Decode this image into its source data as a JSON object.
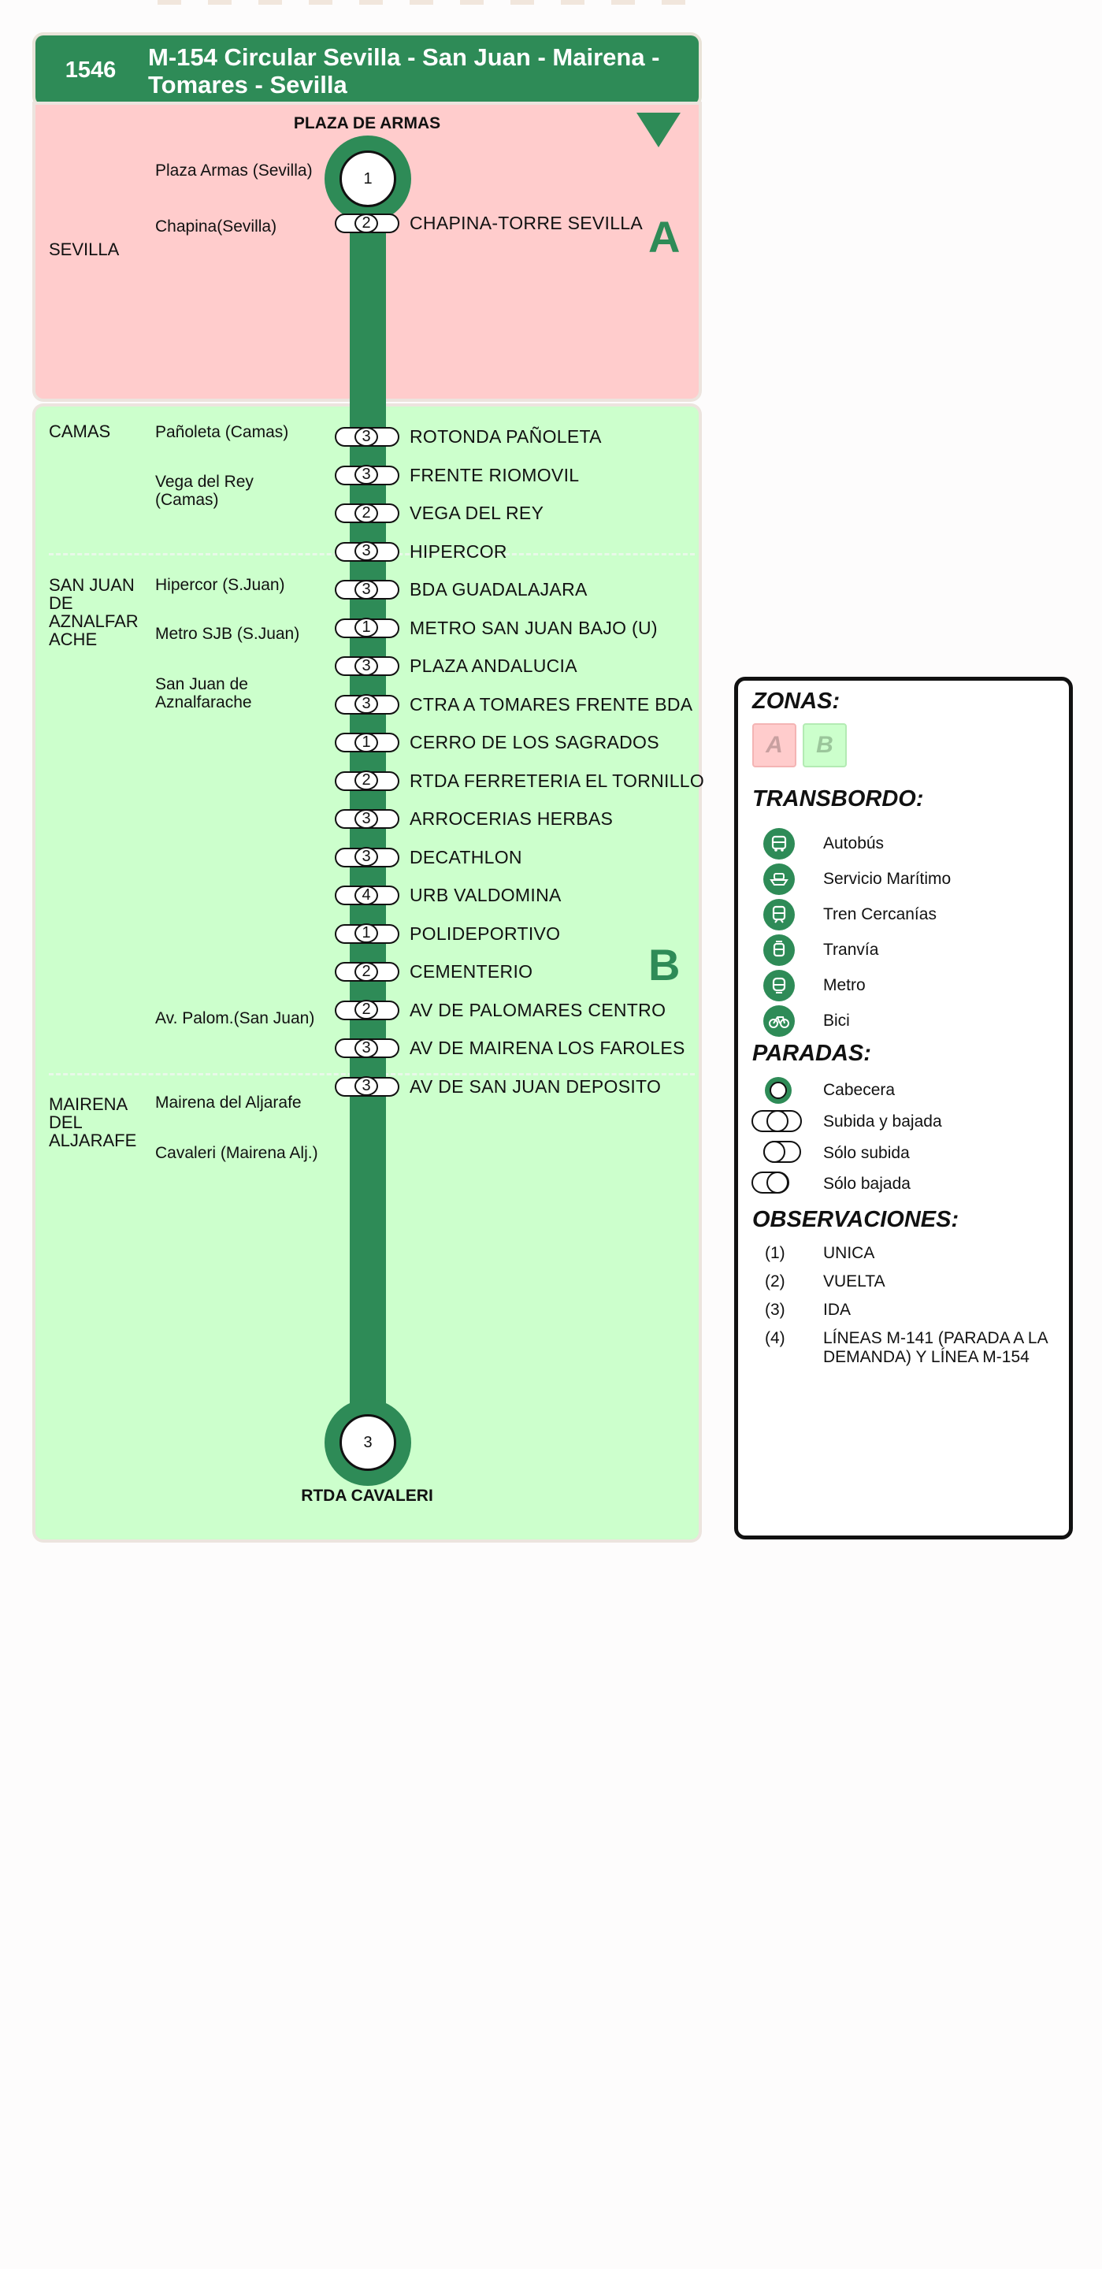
{
  "header": {
    "code": "1546",
    "title": "M-154  Circular Sevilla - San Juan - Mairena - Tomares - Sevilla"
  },
  "zones": {
    "a": "A",
    "b": "B"
  },
  "terminals": {
    "start": {
      "name": "PLAZA DE ARMAS",
      "num": "1"
    },
    "end": {
      "name": "RTDA CAVALERI",
      "num": "3"
    }
  },
  "municipalities": [
    "SEVILLA",
    "CAMAS",
    "SAN JUAN\nDE\nAZNALFAR\nACHE",
    "MAIRENA\nDEL\nALJARAFE"
  ],
  "localities": [
    "Plaza Armas (Sevilla)",
    "Chapina(Sevilla)",
    "Pañoleta (Camas)",
    "Vega del Rey\n(Camas)",
    "Hipercor (S.Juan)",
    "Metro SJB (S.Juan)",
    "San Juan de\nAznalfarache",
    "Av. Palom.(San Juan)",
    "Mairena del Aljarafe",
    "Cavaleri (Mairena Alj.)"
  ],
  "stops": [
    {
      "name": "CHAPINA-TORRE SEVILLA",
      "obs": "2"
    },
    {
      "name": "ROTONDA PAÑOLETA",
      "obs": "3"
    },
    {
      "name": "FRENTE RIOMOVIL",
      "obs": "3"
    },
    {
      "name": "VEGA DEL REY",
      "obs": "2"
    },
    {
      "name": "HIPERCOR",
      "obs": "3"
    },
    {
      "name": "BDA GUADALAJARA",
      "obs": "3"
    },
    {
      "name": "METRO SAN JUAN BAJO (U)",
      "obs": "1"
    },
    {
      "name": "PLAZA ANDALUCIA",
      "obs": "3"
    },
    {
      "name": "CTRA A TOMARES FRENTE BDA",
      "obs": "3"
    },
    {
      "name": "CERRO DE LOS SAGRADOS",
      "obs": "1"
    },
    {
      "name": "RTDA FERRETERIA EL TORNILLO",
      "obs": "2"
    },
    {
      "name": "ARROCERIAS HERBAS",
      "obs": "3"
    },
    {
      "name": "DECATHLON",
      "obs": "3"
    },
    {
      "name": "URB VALDOMINA",
      "obs": "4"
    },
    {
      "name": "POLIDEPORTIVO",
      "obs": "1"
    },
    {
      "name": "CEMENTERIO",
      "obs": "2"
    },
    {
      "name": "AV DE PALOMARES CENTRO",
      "obs": "2"
    },
    {
      "name": "AV DE MAIRENA LOS FAROLES",
      "obs": "3"
    },
    {
      "name": "AV DE SAN JUAN DEPOSITO",
      "obs": "3"
    }
  ],
  "legend": {
    "zonas_title": "ZONAS:",
    "zone_a": "A",
    "zone_b": "B",
    "transbordo_title": "TRANSBORDO:",
    "transbordo": [
      {
        "icon": "bus-icon",
        "label": "Autobús"
      },
      {
        "icon": "ferry-icon",
        "label": "Servicio Marítimo"
      },
      {
        "icon": "train-icon",
        "label": "Tren Cercanías"
      },
      {
        "icon": "tram-icon",
        "label": "Tranvía"
      },
      {
        "icon": "metro-icon",
        "label": "Metro"
      },
      {
        "icon": "bicycle-icon",
        "label": "Bici"
      }
    ],
    "paradas_title": "PARADAS:",
    "paradas": [
      "Cabecera",
      "Subida y bajada",
      "Sólo subida",
      "Sólo bajada"
    ],
    "obs_title": "OBSERVACIONES:",
    "observaciones": [
      {
        "num": "(1)",
        "text": "UNICA"
      },
      {
        "num": "(2)",
        "text": "VUELTA"
      },
      {
        "num": "(3)",
        "text": "IDA"
      },
      {
        "num": "(4)",
        "text": "LÍNEAS M-141 (PARADA A LA DEMANDA) Y LÍNEA M-154"
      }
    ]
  },
  "colors": {
    "route_green": "#2e8b57",
    "zone_a_bg": "#ffcccc",
    "zone_b_bg": "#ccffcc"
  }
}
